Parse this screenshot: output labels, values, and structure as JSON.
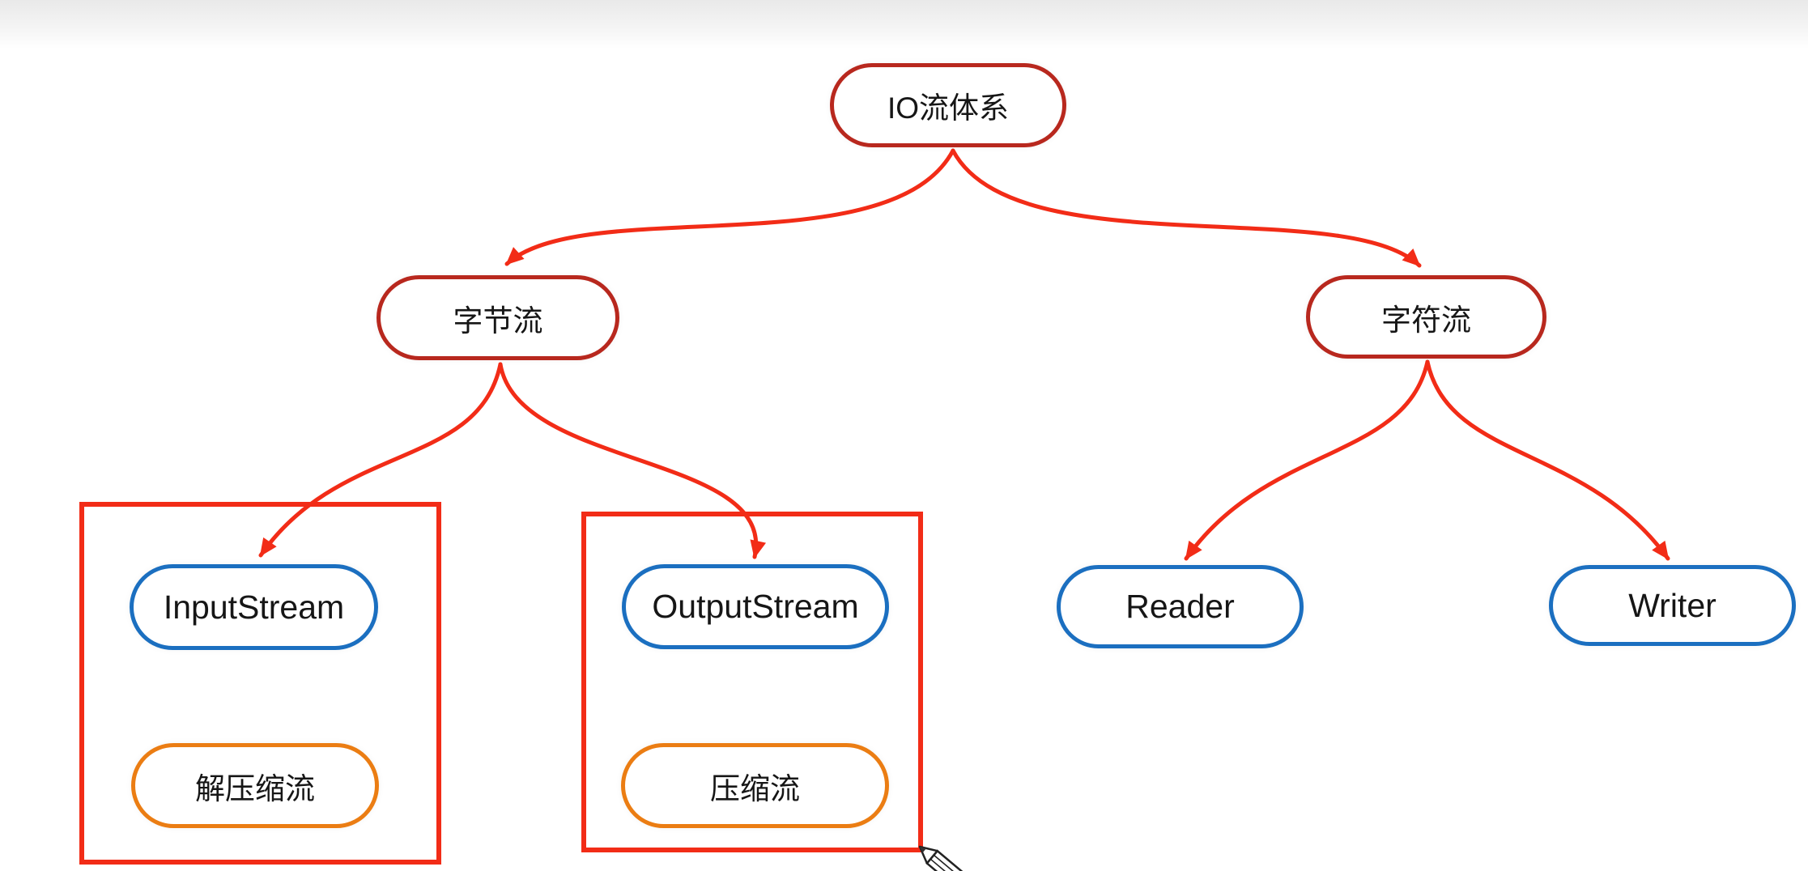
{
  "colors": {
    "background": "#ffffff",
    "top_fade": "#e9e9e9",
    "node_border_red": "#b8281e",
    "connector_red": "#f22c17",
    "group_box_red": "#f22c17",
    "node_border_blue": "#1b6fc0",
    "node_border_orange": "#eb7d13",
    "node_fill": "#ffffff",
    "text": "#161616"
  },
  "nodes": {
    "root": {
      "label": "IO流体系"
    },
    "byte_stream": {
      "label": "字节流"
    },
    "char_stream": {
      "label": "字符流"
    },
    "input_stream": {
      "label": "InputStream"
    },
    "output_stream": {
      "label": "OutputStream"
    },
    "reader": {
      "label": "Reader"
    },
    "writer": {
      "label": "Writer"
    },
    "decompress_stream": {
      "label": "解压缩流"
    },
    "compress_stream": {
      "label": "压缩流"
    }
  },
  "edges": [
    {
      "from": "root",
      "to": "byte_stream"
    },
    {
      "from": "root",
      "to": "char_stream"
    },
    {
      "from": "byte_stream",
      "to": "input_stream"
    },
    {
      "from": "byte_stream",
      "to": "output_stream"
    },
    {
      "from": "char_stream",
      "to": "reader"
    },
    {
      "from": "char_stream",
      "to": "writer"
    }
  ],
  "groups": [
    {
      "members": [
        "input_stream",
        "decompress_stream"
      ]
    },
    {
      "members": [
        "output_stream",
        "compress_stream"
      ]
    }
  ],
  "cursor": {
    "type": "pencil"
  }
}
